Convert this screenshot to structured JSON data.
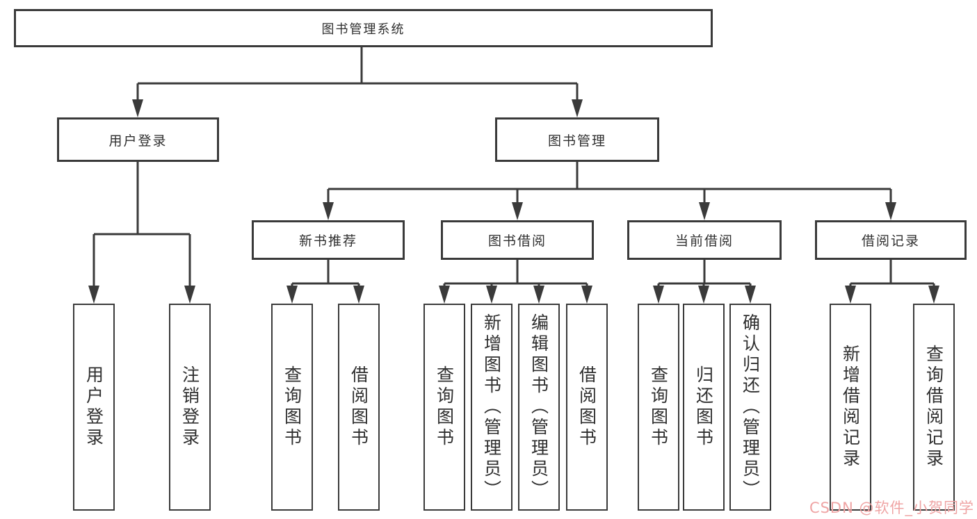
{
  "tree": {
    "root": {
      "label": "图书管理系统",
      "children": [
        {
          "label": "用户登录",
          "children": [
            {
              "label": "用户登录"
            },
            {
              "label": "注销登录"
            }
          ]
        },
        {
          "label": "图书管理",
          "children": [
            {
              "label": "新书推荐",
              "children": [
                {
                  "label": "查询图书"
                },
                {
                  "label": "借阅图书"
                }
              ]
            },
            {
              "label": "图书借阅",
              "children": [
                {
                  "label": "查询图书"
                },
                {
                  "label": "新增图书（管理员）"
                },
                {
                  "label": "编辑图书（管理员）"
                },
                {
                  "label": "借阅图书"
                }
              ]
            },
            {
              "label": "当前借阅",
              "children": [
                {
                  "label": "查询图书"
                },
                {
                  "label": "归还图书"
                },
                {
                  "label": "确认归还（管理员）"
                }
              ]
            },
            {
              "label": "借阅记录",
              "children": [
                {
                  "label": "新增借阅记录"
                },
                {
                  "label": "查询借阅记录"
                }
              ]
            }
          ]
        }
      ]
    }
  },
  "watermark": {
    "text": "CSDN @软件_小贺同学",
    "color": "#efa4a4"
  },
  "colors": {
    "line": "#3a3a3a",
    "text": "#2f2f2f",
    "background": "#ffffff"
  }
}
